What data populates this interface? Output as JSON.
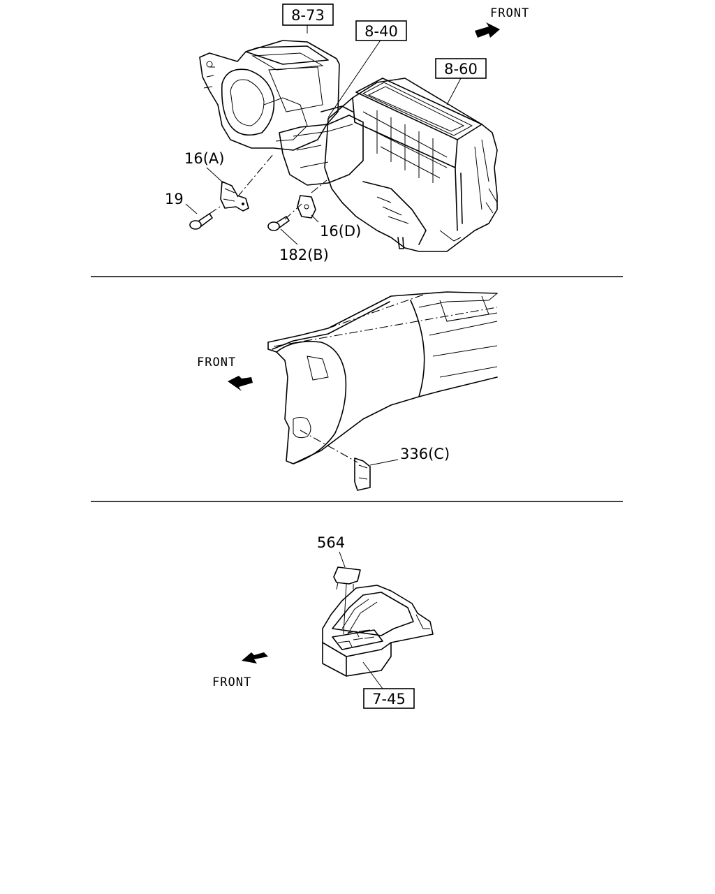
{
  "labels": {
    "ref_8_73": "8-73",
    "ref_8_40": "8-40",
    "ref_8_60": "8-60",
    "ref_7_45": "7-45",
    "part_16a": "16(A)",
    "part_19": "19",
    "part_16d": "16(D)",
    "part_182b": "182(B)",
    "part_336c": "336(C)",
    "part_564": "564",
    "front_top": "FRONT",
    "front_middle": "FRONT",
    "front_bottom": "FRONT"
  }
}
